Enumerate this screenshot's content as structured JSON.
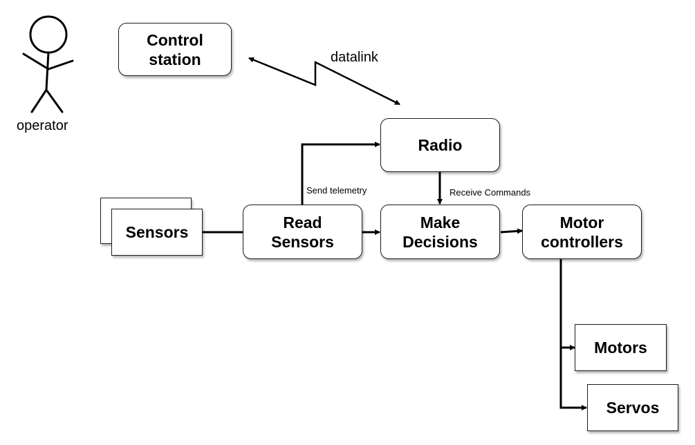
{
  "actor": {
    "label": "operator"
  },
  "nodes": {
    "control_station": "Control\nstation",
    "radio": "Radio",
    "sensors": "Sensors",
    "read_sensors": "Read\nSensors",
    "make_decisions": "Make\nDecisions",
    "motor_controllers": "Motor\ncontrollers",
    "motors": "Motors",
    "servos": "Servos"
  },
  "edges": {
    "datalink": "datalink",
    "send_telemetry": "Send telemetry",
    "receive_commands": "Receive Commands"
  }
}
